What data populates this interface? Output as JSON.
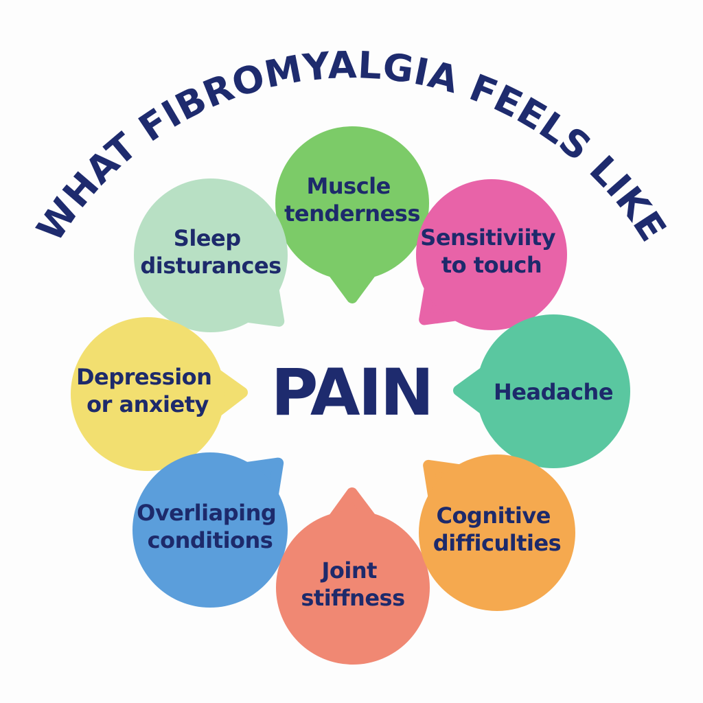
{
  "title": "WHAT FIBROMYALGIA FEELS LIKE",
  "center_label": "PAIN",
  "colors": {
    "background": "#fdfdfd",
    "title_navy": "#1e2b6e",
    "text_navy": "#1d2a6b",
    "green": "#7ccb68",
    "mint": "#b8e0c4",
    "pink": "#e863a8",
    "yellow": "#f2df70",
    "teal": "#5ac7a0",
    "blue": "#5b9edb",
    "salmon": "#f08873",
    "orange": "#f5a94f"
  },
  "bubbles": [
    {
      "id": "muscle-tenderness",
      "lines": [
        "Muscle",
        "tenderness"
      ],
      "color": "#7ccb68"
    },
    {
      "id": "sleep-disturances",
      "lines": [
        "Sleep",
        "disturances"
      ],
      "color": "#b8e0c4"
    },
    {
      "id": "sensitivity-to-touch",
      "lines": [
        "Sensitiviity",
        "to touch"
      ],
      "color": "#e863a8"
    },
    {
      "id": "depression-or-anxiety",
      "lines": [
        "Depression",
        "or anxiety"
      ],
      "color": "#f2df70"
    },
    {
      "id": "headache",
      "lines": [
        "Headache"
      ],
      "color": "#5ac7a0"
    },
    {
      "id": "overliaping-conditions",
      "lines": [
        "Overliaping",
        "conditions"
      ],
      "color": "#5b9edb"
    },
    {
      "id": "joint-stiffness",
      "lines": [
        "Joint",
        "stiffness"
      ],
      "color": "#f08873"
    },
    {
      "id": "cognitive-difficulties",
      "lines": [
        "Cognitive",
        "difficulties"
      ],
      "color": "#f5a94f"
    }
  ]
}
